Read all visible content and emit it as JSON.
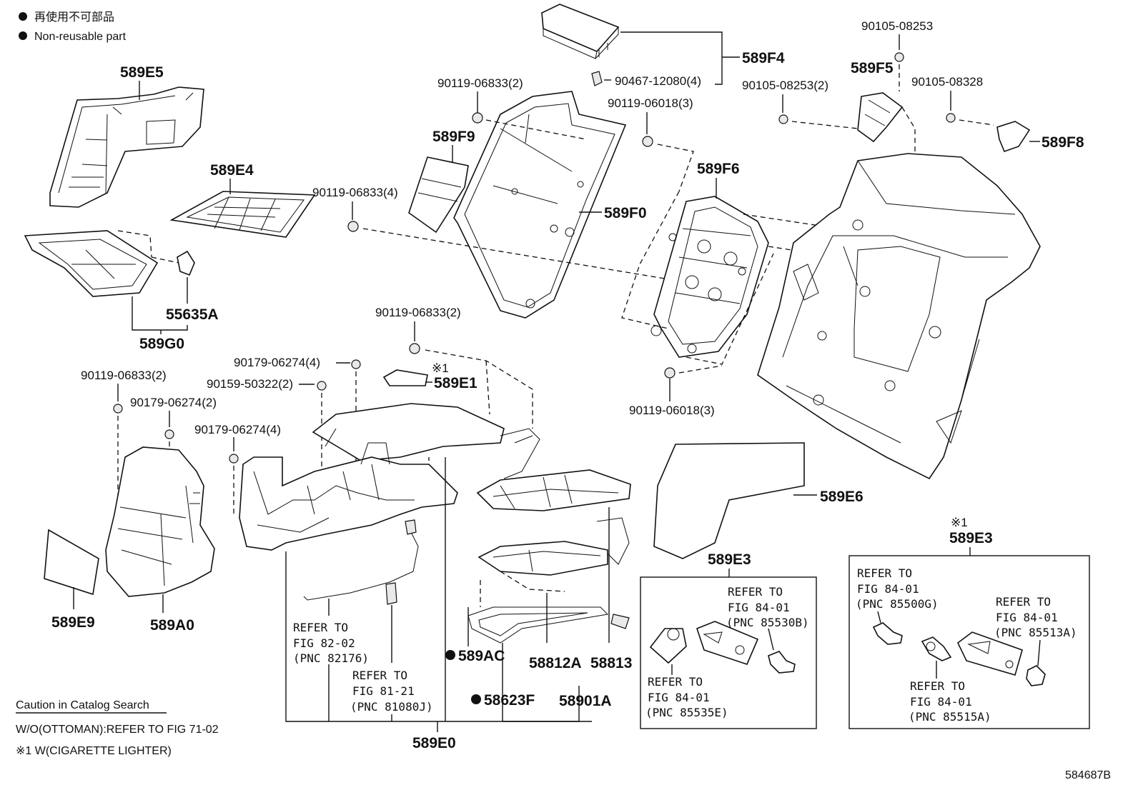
{
  "legend": {
    "jp_text": "再使用不可部品",
    "en_text": "Non-reusable part"
  },
  "labels": {
    "p589E5": "589E5",
    "p589E4": "589E4",
    "p55635A": "55635A",
    "p589G0": "589G0",
    "p589F9": "589F9",
    "p589F0": "589F0",
    "p589F4": "589F4",
    "p589F6": "589F6",
    "p589F5": "589F5",
    "p589F8": "589F8",
    "p589E1": "589E1",
    "p589E6": "589E6",
    "p589E3a": "589E3",
    "p589E3b": "589E3",
    "p589E9": "589E9",
    "p589A0": "589A0",
    "p589AC": "589AC",
    "p58623F": "58623F",
    "p58812A": "58812A",
    "p58813": "58813",
    "p58901A": "58901A",
    "p589E0": "589E0"
  },
  "fasteners": {
    "f1": "90119-06833(2)",
    "f2": "90467-12080(4)",
    "f3": "90119-06018(3)",
    "f4": "90119-06833(4)",
    "f5": "90105-08253",
    "f6": "90105-08253(2)",
    "f7": "90105-08328",
    "f8": "90119-06833(2)",
    "f9": "90179-06274(4)",
    "f10": "90159-50322(2)",
    "f11": "90119-06833(2)",
    "f12": "90179-06274(2)",
    "f13": "90179-06274(4)",
    "f14": "90119-06018(3)"
  },
  "marks": {
    "kome1_a": "※1",
    "kome1_b": "※1"
  },
  "refs": {
    "r82_1": "REFER TO",
    "r82_2": "FIG 82-02",
    "r82_3": "(PNC 82176)",
    "r81_1": "REFER TO",
    "r81_2": "FIG 81-21",
    "r81_3": "(PNC 81080J)",
    "r530_1": "REFER TO",
    "r530_2": "FIG 84-01",
    "r530_3": "(PNC 85530B)",
    "r535_1": "REFER TO",
    "r535_2": "FIG 84-01",
    "r535_3": "(PNC 85535E)",
    "r500_1": "REFER TO",
    "r500_2": "FIG 84-01",
    "r500_3": "(PNC 85500G)",
    "r513_1": "REFER TO",
    "r513_2": "FIG 84-01",
    "r513_3": "(PNC 85513A)",
    "r515_1": "REFER TO",
    "r515_2": "FIG 84-01",
    "r515_3": "(PNC 85515A)"
  },
  "notes": {
    "caution": "Caution in Catalog Search",
    "wo_ottoman": "W/O(OTTOMAN):REFER TO FIG 71-02",
    "w_lighter": "※1 W(CIGARETTE LIGHTER)"
  },
  "figure_id": "584687B"
}
